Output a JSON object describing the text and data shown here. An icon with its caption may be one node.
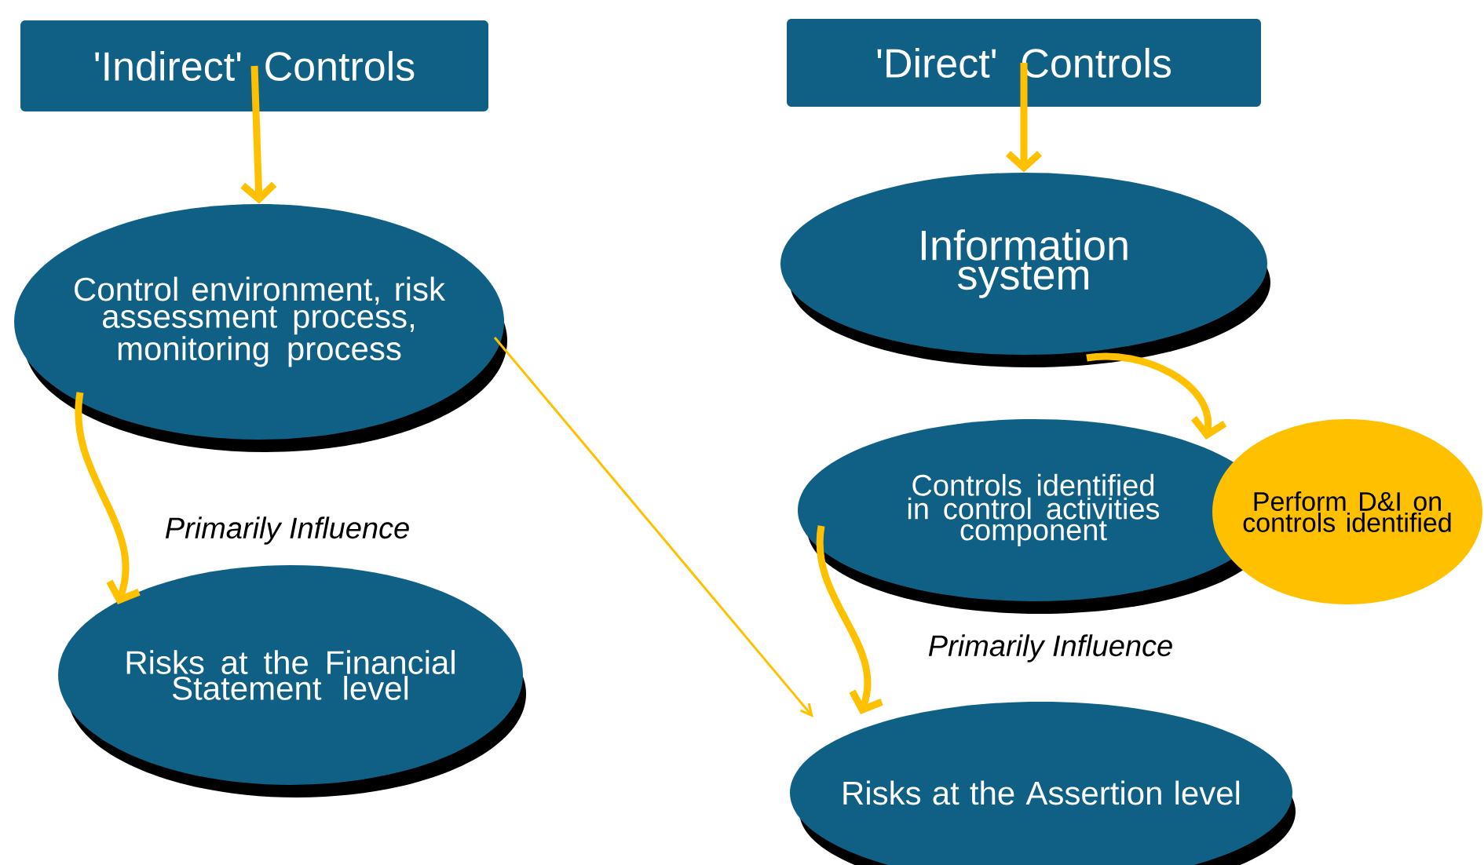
{
  "diagram": {
    "nodes": [
      {
        "text": [
          "'Indirect' Controls"
        ]
      },
      {
        "text": [
          "Control environment, risk assessment process, monitoring process"
        ]
      },
      {
        "text": [
          "Risks at the Financial Statement level"
        ]
      },
      {
        "text": [
          "'Direct' Controls"
        ]
      },
      {
        "text": [
          "Information system"
        ]
      },
      {
        "text": [
          "Controls identified in control activities component"
        ]
      },
      {
        "text": [
          "Perform D&I on controls identified"
        ]
      },
      {
        "text": [
          "Risks at the Assertion level"
        ]
      }
    ],
    "edges": [
      {
        "from": 0,
        "to": 1,
        "arrow": "to"
      },
      {
        "from": 3,
        "to": 4,
        "arrow": "to"
      },
      {
        "from": 1,
        "to": 2,
        "arrow": "to"
      },
      {
        "from": 1,
        "to": 7,
        "arrow": "to"
      },
      {
        "from": 4,
        "to": 5,
        "arrow": "to"
      },
      {
        "from": 5,
        "to": 7,
        "arrow": "to"
      }
    ],
    "labels": [
      "Primarily Influence",
      "Primarily  Influence"
    ]
  }
}
